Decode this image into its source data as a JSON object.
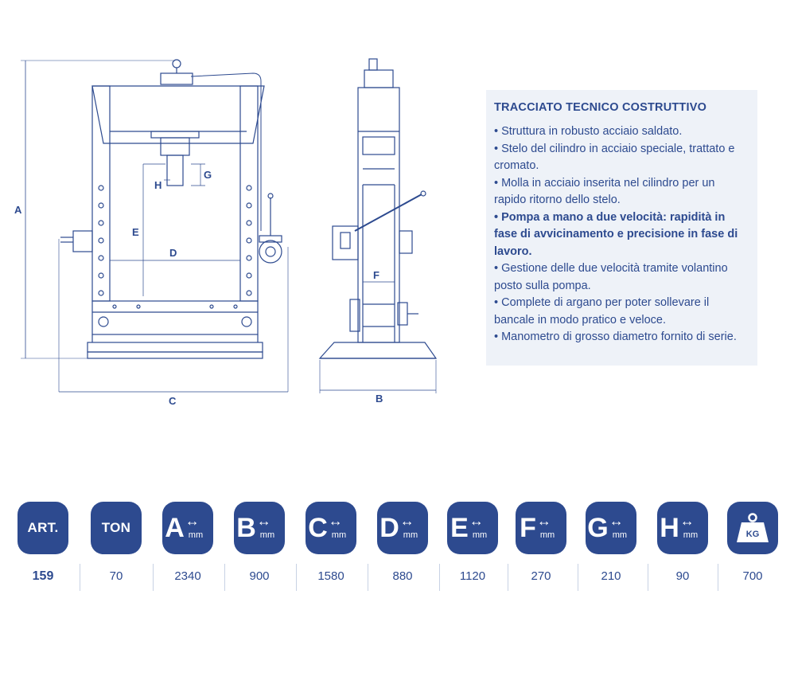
{
  "dimension_labels": {
    "A": "A",
    "B": "B",
    "C": "C",
    "D": "D",
    "E": "E",
    "F": "F",
    "G": "G",
    "H": "H"
  },
  "specs": {
    "title": "TRACCIATO TECNICO COSTRUTTIVO",
    "items": [
      {
        "text": "• Struttura in robusto acciaio saldato.",
        "bold": false
      },
      {
        "text": "• Stelo del cilindro in acciaio speciale, trattato e cromato.",
        "bold": false
      },
      {
        "text": "• Molla in acciaio inserita nel cilindro per un rapido ritorno dello stelo.",
        "bold": false
      },
      {
        "text": "• Pompa a mano a due velocità: rapidità in fase di avvicinamento e precisione in fase di lavoro.",
        "bold": true
      },
      {
        "text": "• Gestione delle due velocità tramite volantino posto sulla pompa.",
        "bold": false
      },
      {
        "text": "• Complete di argano per poter sollevare il bancale in modo pratico e veloce.",
        "bold": false
      },
      {
        "text": "• Manometro di grosso diametro fornito di serie.",
        "bold": false
      }
    ]
  },
  "table": {
    "unit": "mm",
    "columns": [
      {
        "key": "art",
        "badge": "ART.",
        "value": "159"
      },
      {
        "key": "ton",
        "badge": "TON",
        "value": "70"
      },
      {
        "key": "A",
        "badge": "A",
        "value": "2340"
      },
      {
        "key": "B",
        "badge": "B",
        "value": "900"
      },
      {
        "key": "C",
        "badge": "C",
        "value": "1580"
      },
      {
        "key": "D",
        "badge": "D",
        "value": "880"
      },
      {
        "key": "E",
        "badge": "E",
        "value": "1120"
      },
      {
        "key": "F",
        "badge": "F",
        "value": "270"
      },
      {
        "key": "G",
        "badge": "G",
        "value": "210"
      },
      {
        "key": "H",
        "badge": "H",
        "value": "90"
      },
      {
        "key": "kg",
        "badge": "KG",
        "value": "700"
      }
    ]
  },
  "colors": {
    "primary": "#2d4a8f",
    "panel": "#eef2f8",
    "separator": "#c8d2e4"
  }
}
